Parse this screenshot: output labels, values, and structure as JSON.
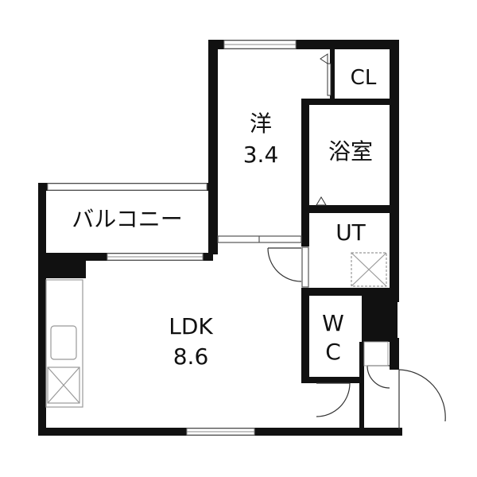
{
  "colors": {
    "wall": "#111111",
    "background": "#ffffff",
    "fixture": "#999999"
  },
  "rooms": {
    "western": {
      "label": "洋",
      "size": "3.4"
    },
    "closet": {
      "label": "CL"
    },
    "bath": {
      "label": "浴室"
    },
    "balcony": {
      "label": "バルコニー"
    },
    "utility": {
      "label": "UT"
    },
    "ldk": {
      "label": "LDK",
      "size": "8.6"
    },
    "toilet": {
      "label_line1": "W",
      "label_line2": "C"
    }
  },
  "icons": [
    "door-swing-icon",
    "sink-icon",
    "stove-icon",
    "washer-pan-icon"
  ]
}
